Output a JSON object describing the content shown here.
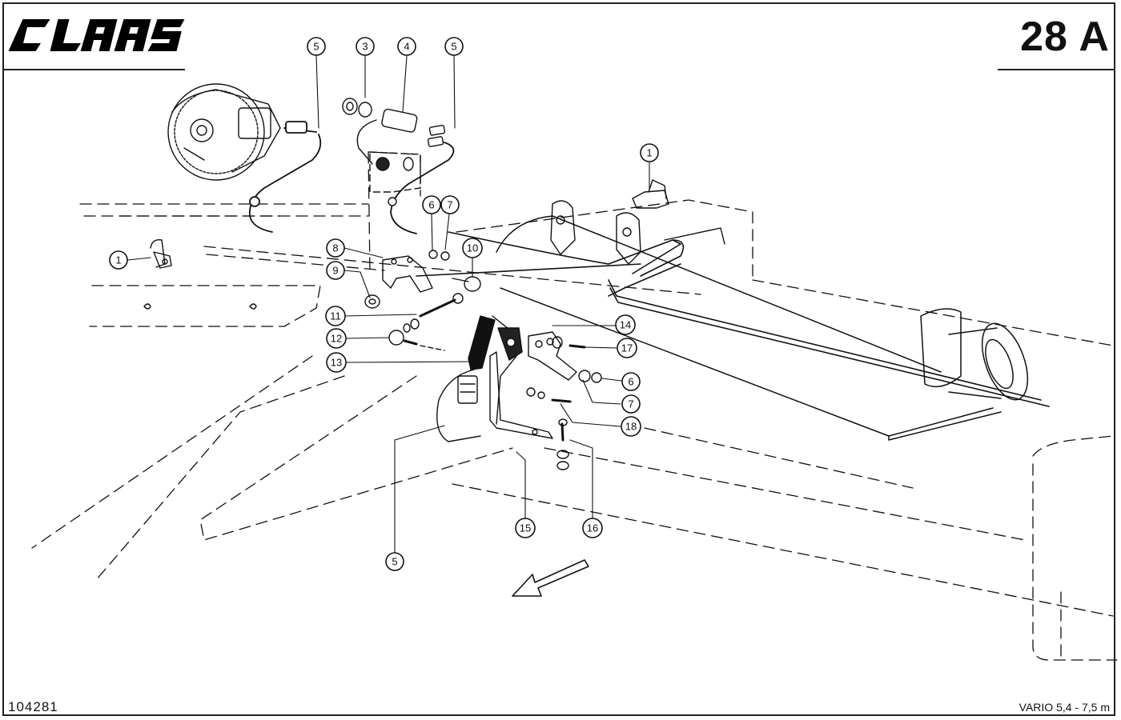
{
  "header": {
    "brand_logo": "CLAAS",
    "page_label": "28 A"
  },
  "footer": {
    "document_number": "104281",
    "model_range": "VARIO 5,4 - 7,5 m"
  },
  "callouts": [
    {
      "id": "c5a",
      "label": "5"
    },
    {
      "id": "c3",
      "label": "3"
    },
    {
      "id": "c4",
      "label": "4"
    },
    {
      "id": "c5b",
      "label": "5"
    },
    {
      "id": "c1a",
      "label": "1"
    },
    {
      "id": "c1b",
      "label": "1"
    },
    {
      "id": "c6a",
      "label": "6"
    },
    {
      "id": "c7a",
      "label": "7"
    },
    {
      "id": "c8",
      "label": "8"
    },
    {
      "id": "c10",
      "label": "10"
    },
    {
      "id": "c9",
      "label": "9"
    },
    {
      "id": "c11",
      "label": "11"
    },
    {
      "id": "c12",
      "label": "12"
    },
    {
      "id": "c13",
      "label": "13"
    },
    {
      "id": "c14",
      "label": "14"
    },
    {
      "id": "c17",
      "label": "17"
    },
    {
      "id": "c6b",
      "label": "6"
    },
    {
      "id": "c7b",
      "label": "7"
    },
    {
      "id": "c18",
      "label": "18"
    },
    {
      "id": "c15",
      "label": "15"
    },
    {
      "id": "c16",
      "label": "16"
    },
    {
      "id": "c5c",
      "label": "5"
    }
  ],
  "colors": {
    "ink": "#111111",
    "paper": "#ffffff"
  },
  "icons": {
    "direction_arrow": "arrow-down-left-icon"
  }
}
